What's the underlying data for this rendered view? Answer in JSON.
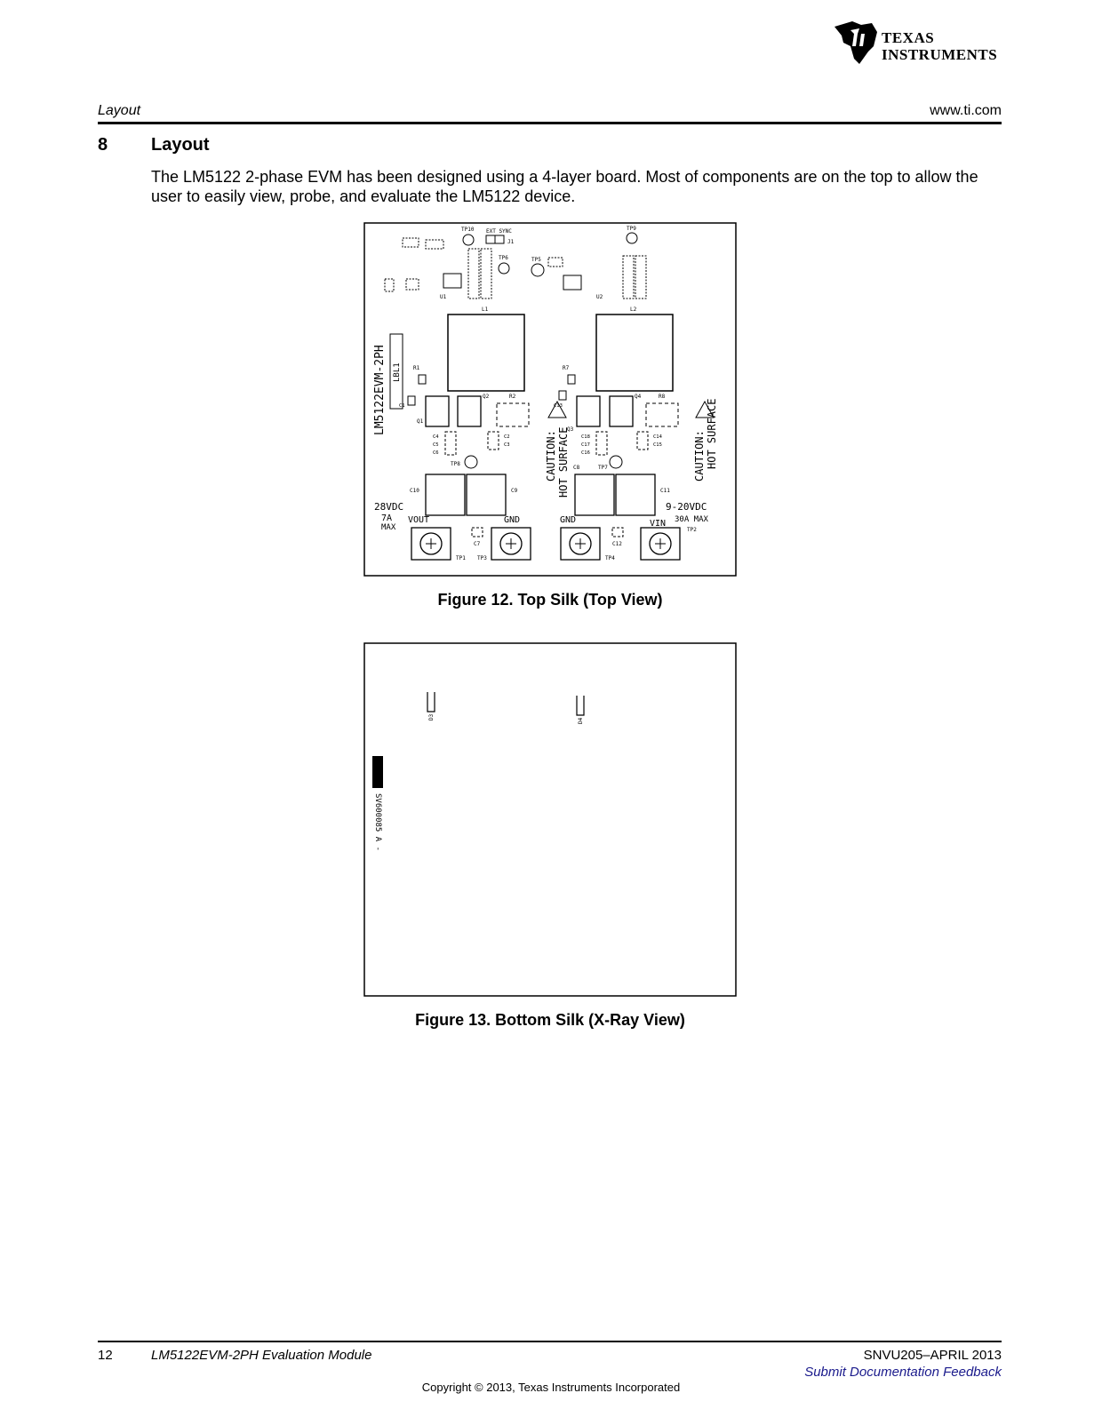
{
  "logo": {
    "line1": "Texas",
    "line2": "Instruments"
  },
  "header": {
    "section_label": "Layout",
    "website": "www.ti.com"
  },
  "section": {
    "number": "8",
    "title": "Layout",
    "paragraph": "The LM5122 2-phase EVM has been designed using a 4-layer board. Most of components are on the top to allow the user to easily view, probe, and evaluate the LM5122 device."
  },
  "figure_top": {
    "caption": "Figure 12. Top Silk (Top View)",
    "board_name": "LM5122EVM-2PH",
    "lbl": "LBL1",
    "caution_line1": "CAUTION:",
    "caution_line2": "HOT SURFACE",
    "vout_rating_1": "28VDC",
    "vout_rating_2": "7A",
    "vout_rating_3": "MAX",
    "vin_rating_1": "9-20VDC",
    "vin_rating_2": "30A MAX",
    "terminals": [
      "VOUT",
      "GND",
      "GND",
      "VIN"
    ],
    "ext_sync": "EXT SYNC",
    "testpoints": [
      "TP1",
      "TP2",
      "TP3",
      "TP4",
      "TP5",
      "TP6",
      "TP7",
      "TP8",
      "TP9",
      "TP10"
    ],
    "inductors": [
      "L1",
      "L2"
    ],
    "ics": [
      "U1",
      "U2"
    ],
    "fets": [
      "Q1",
      "Q2",
      "Q3",
      "Q4"
    ],
    "resistors": [
      "R1",
      "R2",
      "R7",
      "R8"
    ],
    "caps": [
      "C1",
      "C2",
      "C3",
      "C4",
      "C5",
      "C6",
      "C7",
      "C8",
      "C9",
      "C10",
      "C11",
      "C12",
      "C13",
      "C14",
      "C15",
      "C16",
      "C17",
      "C18"
    ],
    "jumper": "J1"
  },
  "figure_bottom": {
    "caption": "Figure 13. Bottom Silk (X-Ray View)",
    "diodes": [
      "D3",
      "D4"
    ],
    "part_number": "SV600085 A -"
  },
  "footer": {
    "page": "12",
    "doc_title": "LM5122EVM-2PH Evaluation Module",
    "doc_id": "SNVU205–APRIL 2013",
    "feedback": "Submit Documentation Feedback",
    "copyright": "Copyright © 2013, Texas Instruments Incorporated"
  }
}
